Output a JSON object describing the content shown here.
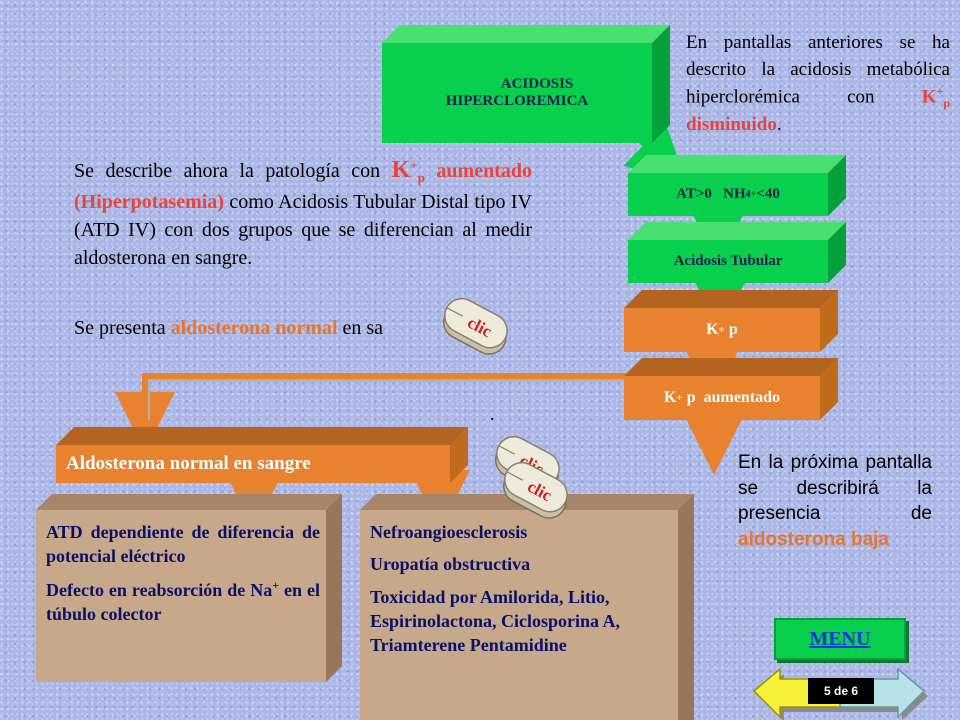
{
  "colors": {
    "green": "#08d04c",
    "green_dark": "#04a03a",
    "orange": "#e8822e",
    "tan": "#c8a88a",
    "text_red": "#e8463a",
    "link_blue": "#0a38e0"
  },
  "diagram": {
    "node_acidosis": {
      "line1": "ACIDOSIS",
      "line2": "HIPERCLOREMICA"
    },
    "node_at": {
      "label": "AT>0   NH",
      "sub": "4",
      "sup": "+",
      "tail": "<40"
    },
    "node_tubular": {
      "label": "Acidosis Tubular"
    },
    "node_kp": {
      "k": "K",
      "sup": "+",
      "p": " p"
    },
    "node_kp_aumentado": {
      "k": "K",
      "sup": "+",
      "rest": " p  aumentado"
    },
    "node_aldosterona": {
      "label": "Aldosterona normal en sangre"
    },
    "box_atd": {
      "line1": "ATD dependiente de diferencia de potencial eléctrico",
      "line2_a": "Defecto en reabsorción de Na",
      "line2_sup": "+",
      "line2_b": " en el túbulo colector"
    },
    "box_nefro": {
      "item1": "Nefroangioesclerosis",
      "item2": "Uropatía obstructiva",
      "item3": "Toxicidad por Amilorida, Litio, Espirinolactona, Ciclosporina A, Triamterene Pentamidine"
    }
  },
  "texts": {
    "top_right": {
      "a": "En pantallas anteriores se ha descrito la acidosis metabólica hiperclorémica con ",
      "k": "K",
      "sup": "+",
      "sub": "p",
      "highlight": " disminuido",
      "end": "."
    },
    "main": {
      "a": "Se describe ahora la patología con ",
      "k": "K",
      "sup": "+",
      "sub": "p",
      "highlight": " aumentado (Hiperpotasemia)",
      "b": " como Acidosis Tubular Distal tipo IV (ATD IV) con dos grupos que se diferencian al medir aldosterona en sangre."
    },
    "presenta": {
      "a": "Se presenta ",
      "highlight": "aldosterona normal",
      "b": " en sa"
    },
    "dot": ".",
    "bottom_right": {
      "a": "En la próxima pantalla se describirá la presencia de ",
      "highlight": "aldosterona baja"
    }
  },
  "buttons": {
    "clic": "clic",
    "menu": "MENU",
    "page": "5 de 6"
  }
}
